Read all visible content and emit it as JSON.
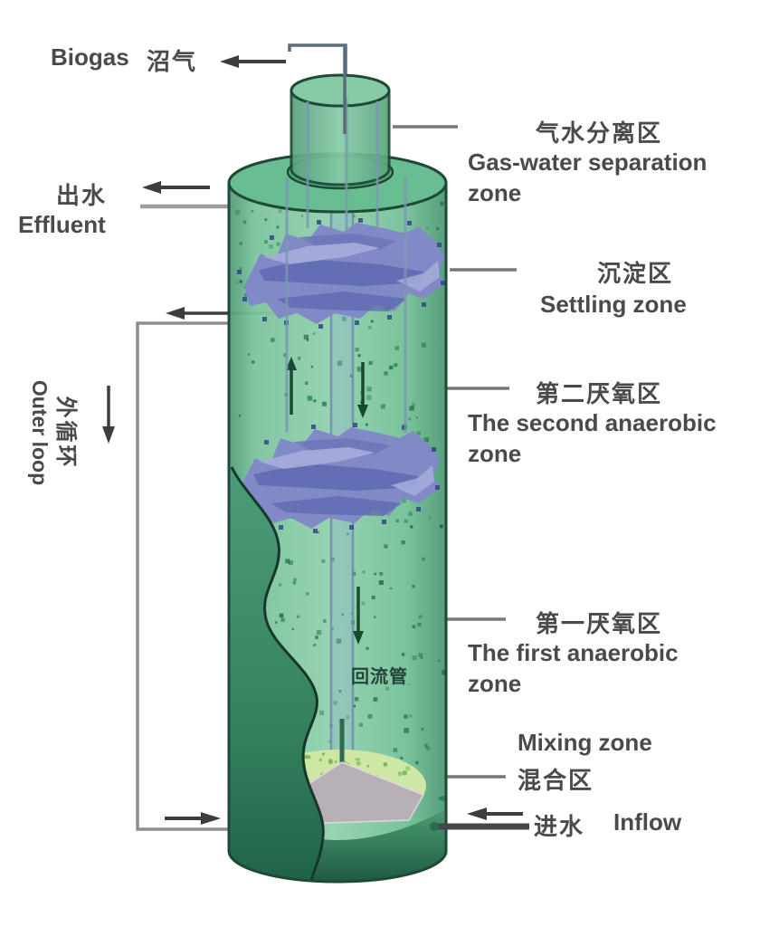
{
  "labels": {
    "biogas": {
      "en": "Biogas",
      "zh": "沼气"
    },
    "effluent": {
      "zh": "出水",
      "en": "Effluent"
    },
    "outer_loop": {
      "zh": "外循环",
      "en": "Outer loop"
    },
    "gas_water": {
      "zh": "气水分离区",
      "en": "Gas-water separation zone"
    },
    "settling": {
      "zh": "沉淀区",
      "en": "Settling zone"
    },
    "second": {
      "zh": "第二厌氧区",
      "en": "The second anaerobic zone"
    },
    "first": {
      "zh": "第一厌氧区",
      "en": "The first anaerobic zone"
    },
    "mixing": {
      "en": "Mixing zone",
      "zh": "混合区"
    },
    "inflow": {
      "zh": "进水",
      "en": "Inflow"
    },
    "return_pipe": {
      "zh": "回流管"
    }
  },
  "colors": {
    "tank_green": "#7dc49e",
    "tank_outline": "#1d4a35",
    "separator_blue": "#8289c7",
    "separator_blue_dark": "#5f6ab0",
    "mixing_light_green": "#cfe7a5",
    "floor_gray": "#b7b1b7",
    "label_text": "#4a4a4a",
    "arrow_dark": "#3d3d3d",
    "leader_gray": "#787878",
    "pipe_blue": "#7b97b4"
  }
}
